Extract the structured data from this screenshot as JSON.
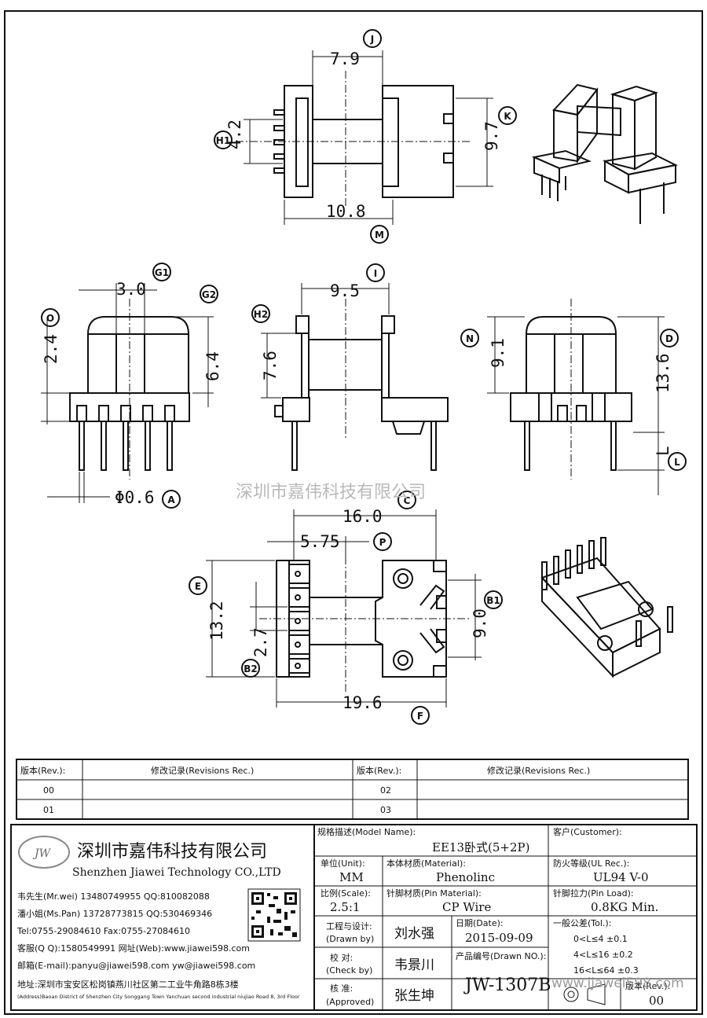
{
  "drawing": {
    "dims": {
      "d79": "7.9",
      "d42": "4.2",
      "d97": "9.7",
      "d108": "10.8",
      "d30": "3.0",
      "d24": "2.4",
      "d64": "6.4",
      "d95": "9.5",
      "d76": "7.6",
      "d91": "9.1",
      "d136": "13.6",
      "dL": "L",
      "d06": "Φ0.6",
      "d160": "16.0",
      "d575": "5.75",
      "d132": "13.2",
      "d27": "2.7",
      "d90": "9.0",
      "d196": "19.6"
    },
    "callouts": {
      "J": "J",
      "K": "K",
      "H1": "H1",
      "M": "M",
      "G1": "G1",
      "G2": "G2",
      "O": "O",
      "I": "I",
      "H2": "H2",
      "N": "N",
      "D": "D",
      "L": "L",
      "A": "A",
      "C": "C",
      "P": "P",
      "E": "E",
      "B1": "B1",
      "B2": "B2",
      "F": "F"
    },
    "watermark": "深圳市嘉伟科技有限公司"
  },
  "revisions": {
    "rev_header": "版本(Rev.):",
    "rec_header": "修改记录(Revisions Rec.)",
    "rev00": "00",
    "rev01": "01",
    "rev02": "02",
    "rev03": "03"
  },
  "company": {
    "logo": "JW",
    "name_cn": "深圳市嘉伟科技有限公司",
    "name_en": "Shenzhen Jiawei Technology CO.,LTD",
    "line1": "韦先生(Mr.wei) 13480749955 QQ:810082088",
    "line2": "潘小姐(Ms.Pan) 13728773815 QQ:530469346",
    "line3": "Tel:0755-29084610    Fax:0755-27084610",
    "line4": "客服(Q Q):1580549991  网址(Web):www.jiawei598.com",
    "line5": "邮箱(E-mail):panyu@jiawei598.com  yw@jiawei598.com",
    "addr_cn": "地址:深圳市宝安区松岗镇燕川社区第二工业牛角路8栋3楼",
    "addr_en": "(Address)Baoan District of Shenzhen City Songgang Town Yanchuan  second industrial niujiao Road 8, 3rd Floor"
  },
  "titleblock": {
    "model_label": "规格描述(Model Name):",
    "model_value": "EE13卧式(5+2P)",
    "customer_label": "客户(Customer):",
    "unit_label": "单位(Unit):",
    "unit_value": "MM",
    "material_label": "本体材质(Material):",
    "material_value": "Phenolinc",
    "ul_label": "防火等级(UL Rec.):",
    "ul_value": "UL94 V-0",
    "scale_label": "比例(Scale):",
    "scale_value": "2.5:1",
    "pinmat_label": "针脚材质(Pin Material):",
    "pinmat_value": "CP Wire",
    "pinload_label": "针脚拉力(Pin Load):",
    "pinload_value": "0.8KG Min.",
    "drawn_label1": "工程与设计:",
    "drawn_label2": "(Drawn by)",
    "drawn_value": "刘水强",
    "date_label": "日期(Date):",
    "date_value": "2015-09-09",
    "tol_label": "一般公差(Tol.):",
    "tol1": "0<L≤4     ±0.1",
    "tol2": "4<L≤16    ±0.2",
    "tol3": "16<L≤64   ±0.3",
    "check_label1": "校  对:",
    "check_label2": "(Check by)",
    "check_value": "韦景川",
    "drawno_label": "产品编号(Drawn NO.):",
    "drawno_value": "JW-1307B",
    "appr_label1": "核  准:",
    "appr_label2": "(Approved)",
    "appr_value": "张生坤",
    "rev_label": "版本(Rev.):",
    "rev_value": "00",
    "site_watermark": "www.jjawei598.com"
  }
}
